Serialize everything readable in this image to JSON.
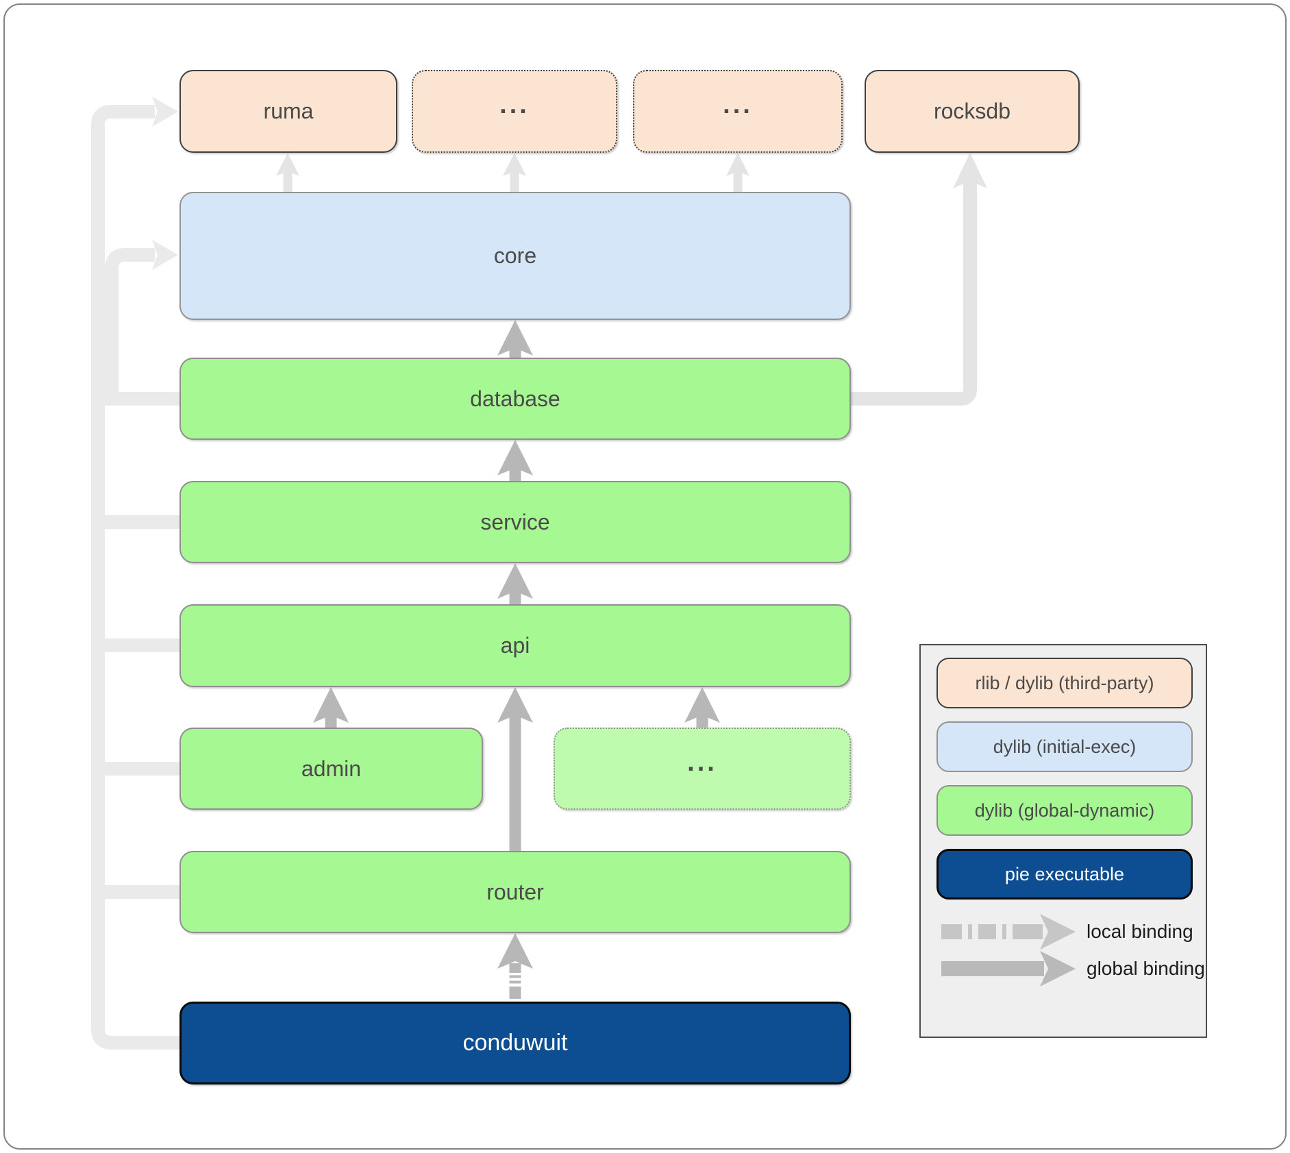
{
  "colors": {
    "third_party_fill": "#fce4d2",
    "third_party_border": "#3f3f3f",
    "initial_exec_fill": "#d5e6f8",
    "initial_exec_border": "#939393",
    "global_dynamic_fill": "#a6f992",
    "global_dynamic_border": "#8f8f8f",
    "global_dynamic_light_fill": "#bffbae",
    "pie_fill": "#0d4e92",
    "pie_border": "#0a0a0a",
    "arrow_dark": "#b7b7b7",
    "arrow_light": "#e4e4e4",
    "bus": "#eaeaea",
    "legend_bg": "#efefef",
    "legend_border": "#4c4c4c",
    "label": "#4a4a4a",
    "frame_border": "#838383"
  },
  "nodes": {
    "ruma": "ruma",
    "ellipsis1": "...",
    "ellipsis2": "...",
    "rocksdb": "rocksdb",
    "core": "core",
    "database": "database",
    "service": "service",
    "api": "api",
    "admin": "admin",
    "ellipsis3": "...",
    "router": "router",
    "conduwuit": "conduwuit"
  },
  "legend": {
    "items": [
      {
        "label": "rlib / dylib (third-party)"
      },
      {
        "label": "dylib (initial-exec)"
      },
      {
        "label": "dylib (global-dynamic)"
      },
      {
        "label": "pie executable"
      }
    ],
    "local_binding_label": "local binding",
    "global_binding_label": "global binding"
  }
}
